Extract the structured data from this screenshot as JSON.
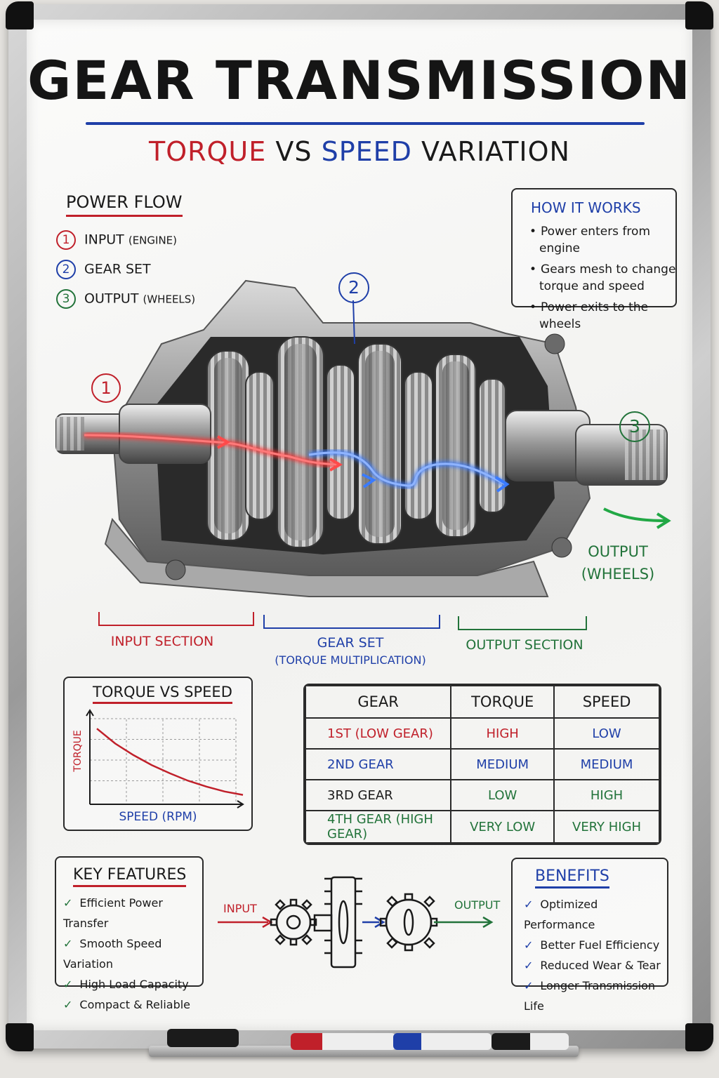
{
  "title": "GEAR TRANSMISSION",
  "subtitle": {
    "torque": "TORQUE",
    "vs": "VS",
    "speed": "SPEED",
    "variation": "VARIATION"
  },
  "power_flow": {
    "heading": "POWER FLOW",
    "items": [
      {
        "num": "1",
        "label": "INPUT",
        "detail": "(ENGINE)"
      },
      {
        "num": "2",
        "label": "GEAR SET",
        "detail": ""
      },
      {
        "num": "3",
        "label": "OUTPUT",
        "detail": "(WHEELS)"
      }
    ]
  },
  "how_it_works": {
    "heading": "HOW IT WORKS",
    "bullets": [
      "Power enters from engine",
      "Gears mesh to change torque and speed",
      "Power exits to the wheels"
    ]
  },
  "diagram": {
    "markers": [
      "1",
      "2",
      "3"
    ],
    "output_label_1": "OUTPUT",
    "output_label_2": "(WHEELS)"
  },
  "sections": {
    "input": "INPUT SECTION",
    "gear_set": "GEAR SET",
    "gear_set_detail": "(TORQUE MULTIPLICATION)",
    "output": "OUTPUT SECTION"
  },
  "torque_chart": {
    "title": "TORQUE VS SPEED",
    "ylabel": "TORQUE",
    "xlabel": "SPEED (RPM)"
  },
  "chart_data": {
    "type": "line",
    "title": "TORQUE VS SPEED",
    "xlabel": "SPEED (RPM)",
    "ylabel": "TORQUE",
    "x": [
      0,
      1,
      2,
      3,
      4,
      5,
      6,
      7,
      8
    ],
    "series": [
      {
        "values": [
          88,
          70,
          56,
          44,
          34,
          25,
          18,
          12,
          8
        ]
      }
    ],
    "xlim": [
      0,
      8
    ],
    "ylim": [
      0,
      100
    ],
    "grid": true
  },
  "gear_table": {
    "headers": [
      "GEAR",
      "TORQUE",
      "SPEED"
    ],
    "rows": [
      [
        "1ST (LOW GEAR)",
        "HIGH",
        "LOW"
      ],
      [
        "2ND GEAR",
        "MEDIUM",
        "MEDIUM"
      ],
      [
        "3RD GEAR",
        "LOW",
        "HIGH"
      ],
      [
        "4TH GEAR (HIGH GEAR)",
        "VERY LOW",
        "VERY HIGH"
      ]
    ],
    "row_colors": [
      [
        "#c0202a",
        "#c0202a",
        "#1f3fa8"
      ],
      [
        "#1f3fa8",
        "#1f3fa8",
        "#1f3fa8"
      ],
      [
        "#1a1a1a",
        "#22733a",
        "#22733a"
      ],
      [
        "#22733a",
        "#22733a",
        "#22733a"
      ]
    ]
  },
  "key_features": {
    "heading": "KEY FEATURES",
    "items": [
      "Efficient Power Transfer",
      "Smooth Speed Variation",
      "High Load Capacity",
      "Compact & Reliable"
    ]
  },
  "gear_sketch": {
    "input": "INPUT",
    "output": "OUTPUT"
  },
  "benefits": {
    "heading": "BENEFITS",
    "items": [
      "Optimized Performance",
      "Better Fuel Efficiency",
      "Reduced Wear & Tear",
      "Longer Transmission Life"
    ]
  },
  "colors": {
    "red": "#c0202a",
    "blue": "#1f3fa8",
    "green": "#22733a",
    "ink": "#1a1a1a"
  }
}
